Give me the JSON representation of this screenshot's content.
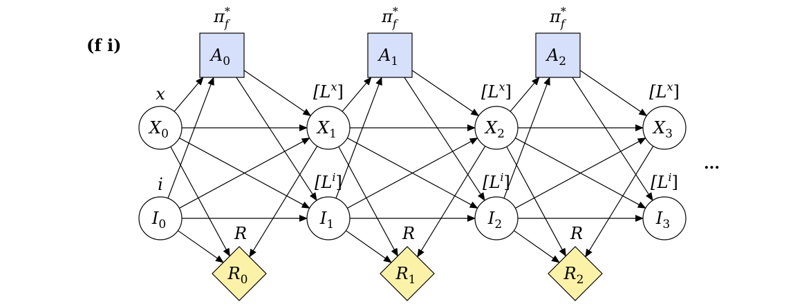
{
  "panel_label": "(f i)",
  "ellipsis": "...",
  "nodes": [
    {
      "id": "X0",
      "kind": "circle",
      "letter": "X",
      "sub": "0",
      "annotation": {
        "main": "x",
        "sup": ""
      }
    },
    {
      "id": "I0",
      "kind": "circle",
      "letter": "I",
      "sub": "0",
      "annotation": {
        "main": "i",
        "sup": ""
      }
    },
    {
      "id": "A0",
      "kind": "rect",
      "letter": "A",
      "sub": "0",
      "annotation": {
        "main": "π",
        "sup": "*",
        "sub": "f"
      }
    },
    {
      "id": "R0",
      "kind": "diamond",
      "letter": "R",
      "sub": "0",
      "annotation": {
        "main": "R",
        "sup": ""
      }
    },
    {
      "id": "X1",
      "kind": "circle",
      "letter": "X",
      "sub": "1",
      "annotation": {
        "main": "[L",
        "sup": "x",
        "close": "]"
      }
    },
    {
      "id": "I1",
      "kind": "circle",
      "letter": "I",
      "sub": "1",
      "annotation": {
        "main": "[L",
        "sup": "i",
        "close": "]"
      }
    },
    {
      "id": "A1",
      "kind": "rect",
      "letter": "A",
      "sub": "1",
      "annotation": {
        "main": "π",
        "sup": "*",
        "sub": "f"
      }
    },
    {
      "id": "R1",
      "kind": "diamond",
      "letter": "R",
      "sub": "1",
      "annotation": {
        "main": "R",
        "sup": ""
      }
    },
    {
      "id": "X2",
      "kind": "circle",
      "letter": "X",
      "sub": "2",
      "annotation": {
        "main": "[L",
        "sup": "x",
        "close": "]"
      }
    },
    {
      "id": "I2",
      "kind": "circle",
      "letter": "I",
      "sub": "2",
      "annotation": {
        "main": "[L",
        "sup": "i",
        "close": "]"
      }
    },
    {
      "id": "A2",
      "kind": "rect",
      "letter": "A",
      "sub": "2",
      "annotation": {
        "main": "π",
        "sup": "*",
        "sub": "f"
      }
    },
    {
      "id": "R2",
      "kind": "diamond",
      "letter": "R",
      "sub": "2",
      "annotation": {
        "main": "R",
        "sup": ""
      }
    },
    {
      "id": "X3",
      "kind": "circle",
      "letter": "X",
      "sub": "3",
      "annotation": {
        "main": "[L",
        "sup": "x",
        "close": "]"
      }
    },
    {
      "id": "I3",
      "kind": "circle",
      "letter": "I",
      "sub": "3",
      "annotation": {
        "main": "[L",
        "sup": "i",
        "close": "]"
      }
    }
  ],
  "edges": [
    [
      "X0",
      "A0"
    ],
    [
      "I0",
      "A0"
    ],
    [
      "X0",
      "X1"
    ],
    [
      "X0",
      "I1"
    ],
    [
      "X0",
      "R0"
    ],
    [
      "I0",
      "X1"
    ],
    [
      "I0",
      "I1"
    ],
    [
      "I0",
      "R0"
    ],
    [
      "A0",
      "X1"
    ],
    [
      "A0",
      "I1"
    ],
    [
      "X1",
      "A1"
    ],
    [
      "I1",
      "A1"
    ],
    [
      "X1",
      "X2"
    ],
    [
      "X1",
      "I2"
    ],
    [
      "X1",
      "R1"
    ],
    [
      "I1",
      "X2"
    ],
    [
      "I1",
      "I2"
    ],
    [
      "I1",
      "R1"
    ],
    [
      "A1",
      "X2"
    ],
    [
      "A1",
      "I2"
    ],
    [
      "X1",
      "R0"
    ],
    [
      "X2",
      "A2"
    ],
    [
      "I2",
      "A2"
    ],
    [
      "X2",
      "X3"
    ],
    [
      "X2",
      "I3"
    ],
    [
      "X2",
      "R2"
    ],
    [
      "I2",
      "X3"
    ],
    [
      "I2",
      "I3"
    ],
    [
      "I2",
      "R2"
    ],
    [
      "A2",
      "X3"
    ],
    [
      "A2",
      "I3"
    ],
    [
      "X2",
      "R1"
    ],
    [
      "X3",
      "R2"
    ]
  ],
  "colors": {
    "action_fill": "#d6e0fb",
    "reward_fill": "#fbf2a8",
    "stroke": "#000000"
  }
}
